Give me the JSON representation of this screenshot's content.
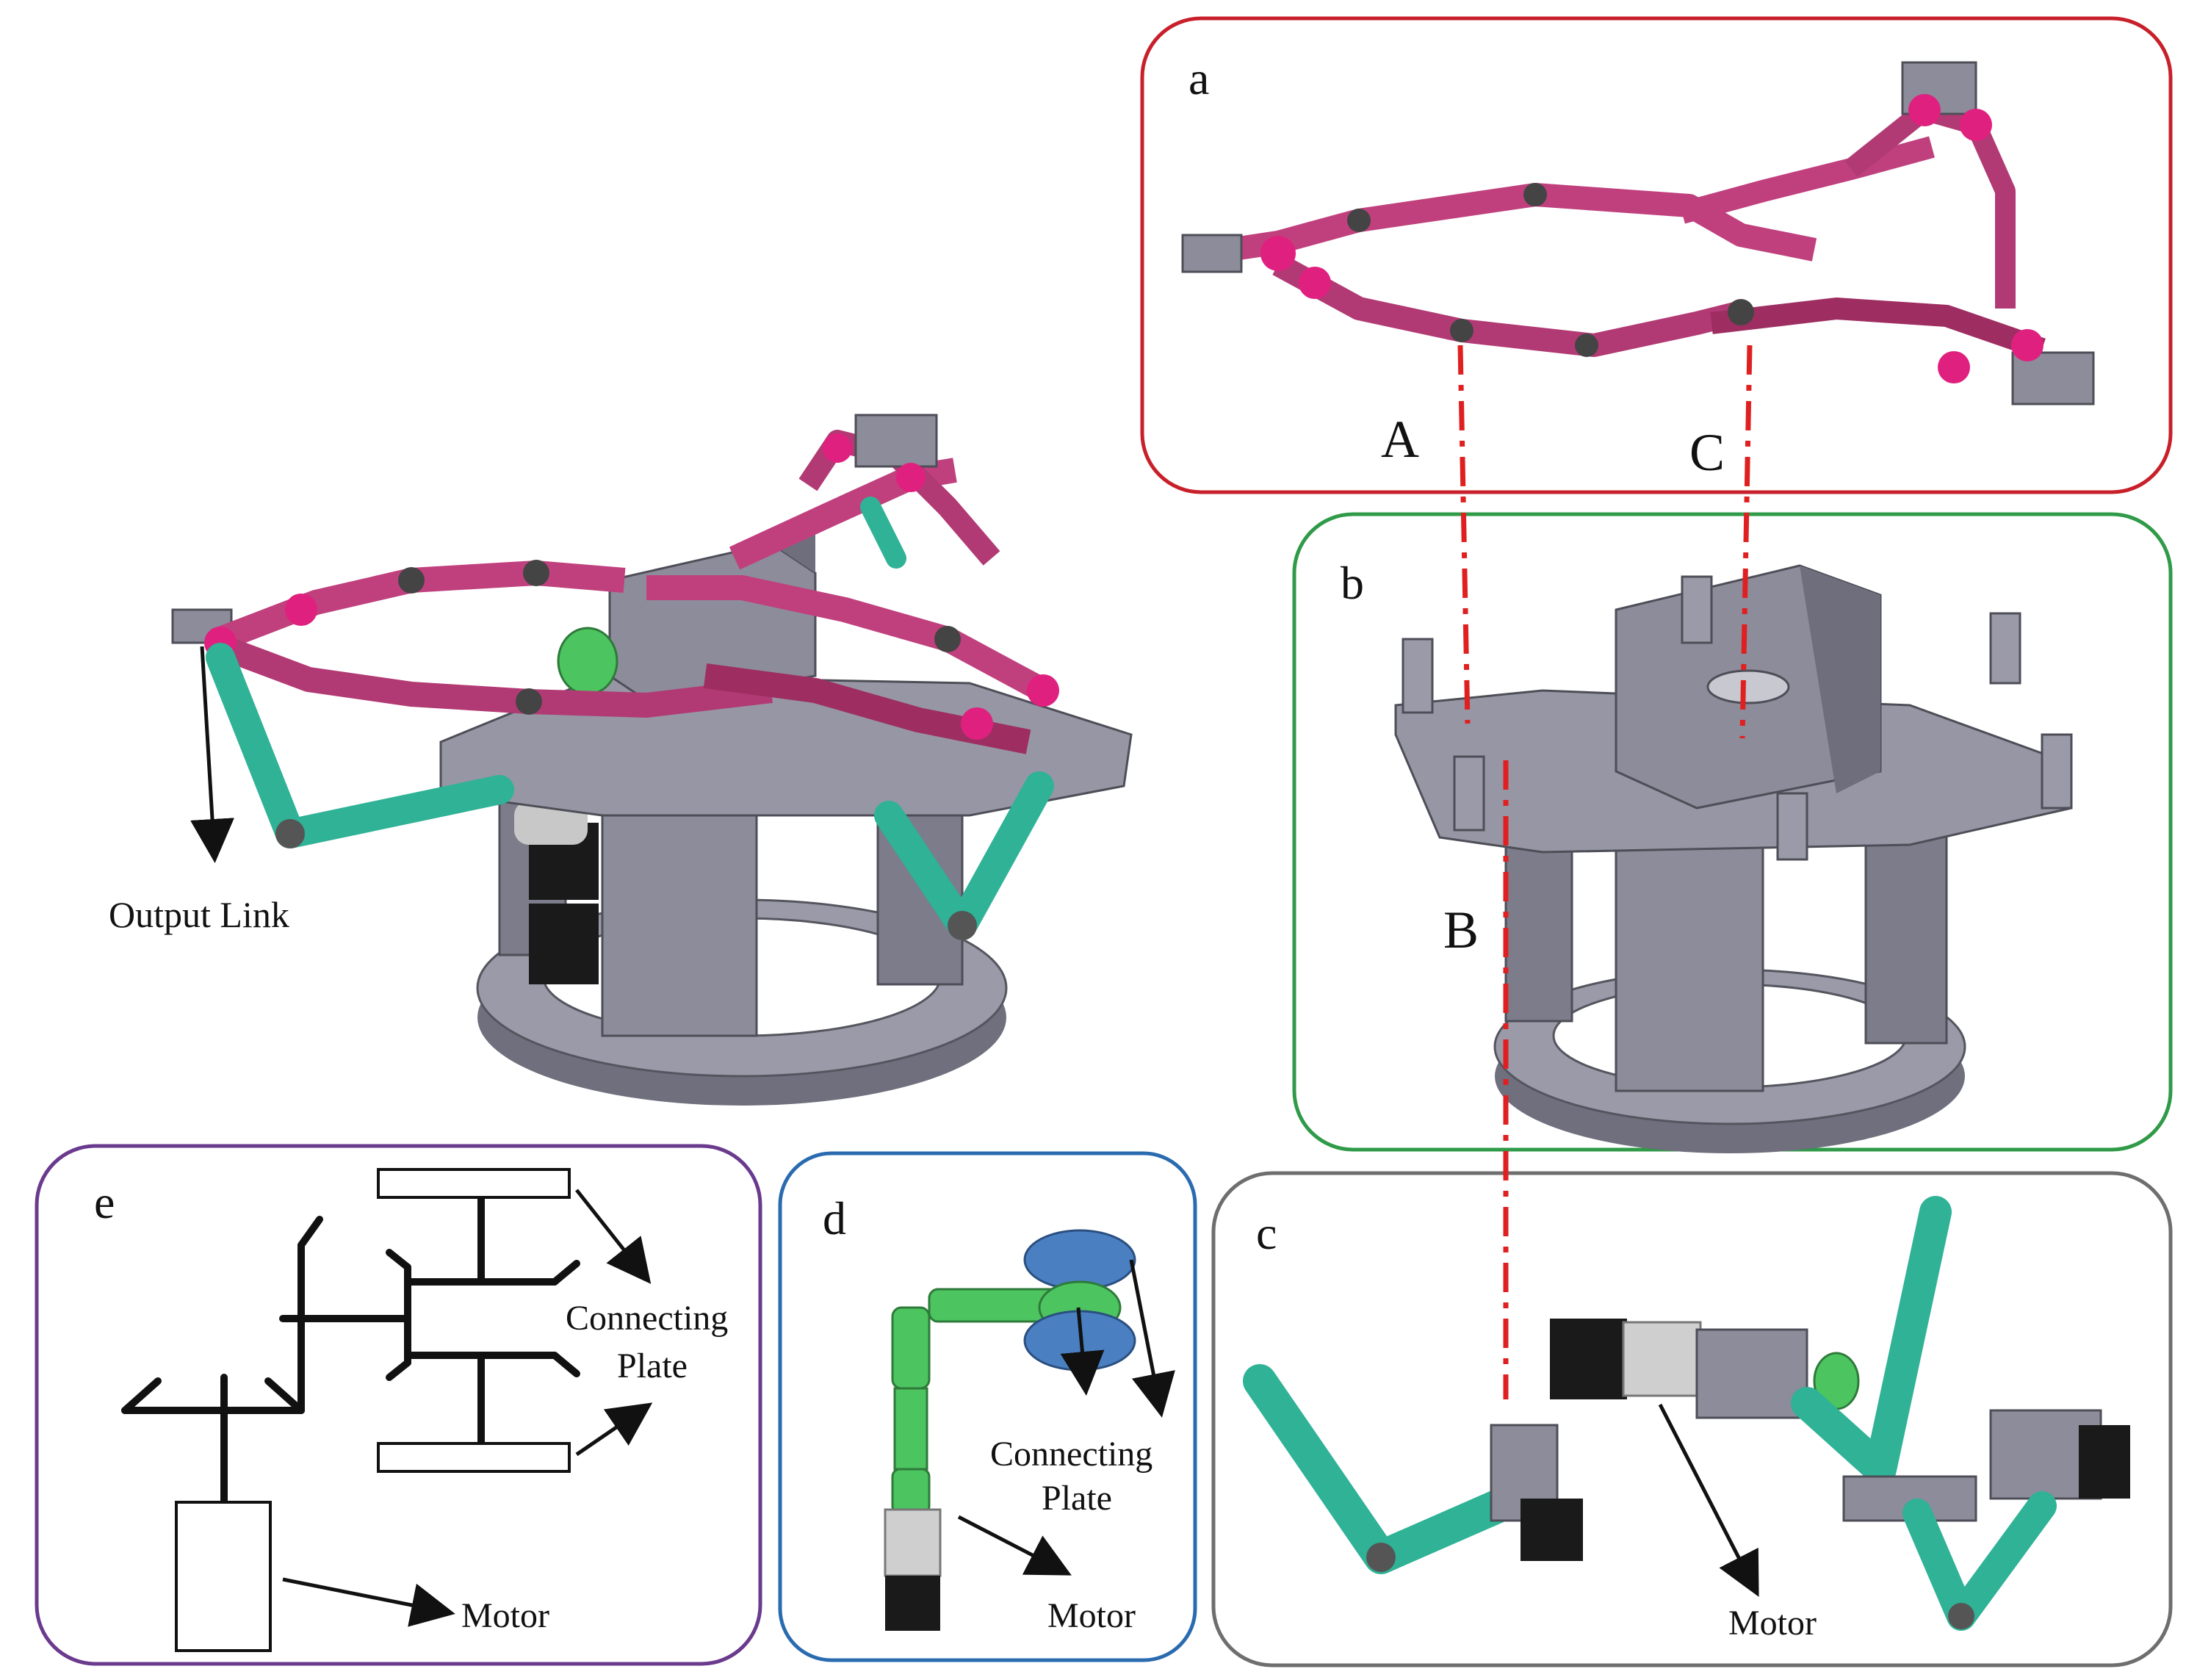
{
  "panels": {
    "a": {
      "letter": "a",
      "border_color": "#c8202a"
    },
    "b": {
      "letter": "b",
      "border_color": "#2f9a47"
    },
    "c": {
      "letter": "c",
      "border_color": "#6e6e6e",
      "motor_label": "Motor"
    },
    "d": {
      "letter": "d",
      "border_color": "#2a6bb0",
      "plate_label_1": "Connecting",
      "plate_label_2": "Plate",
      "motor_label": "Motor"
    },
    "e": {
      "letter": "e",
      "border_color": "#6a3a8e",
      "plate_label_1": "Connecting",
      "plate_label_2": "Plate",
      "motor_label": "Motor"
    }
  },
  "assembly": {
    "output_link_label": "Output Link"
  },
  "connectors": {
    "A": "A",
    "B": "B",
    "C": "C",
    "line_color": "#e02020"
  },
  "colors": {
    "link_magenta": "#c0407e",
    "link_dark_magenta": "#9e2e62",
    "joint_pink": "#e0207f",
    "frame_gray": "#8c8c9a",
    "frame_dark": "#5e5e6c",
    "leg_teal": "#2fb296",
    "coupling_green": "#4cc460",
    "plate_blue": "#4a7fc1",
    "motor_black": "#1a1a1a"
  }
}
